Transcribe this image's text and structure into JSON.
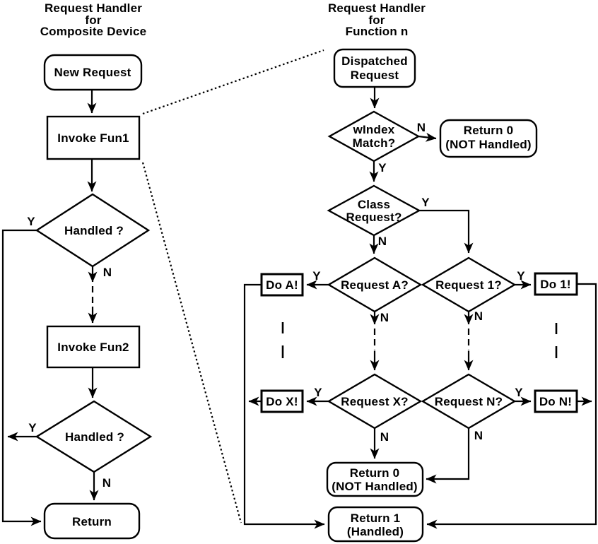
{
  "colors": {
    "ink": "#000000",
    "background": "#ffffff"
  },
  "left": {
    "title_line1": "Request Handler",
    "title_line2": "for",
    "title_line3": "Composite Device",
    "new_request": "New Request",
    "invoke_fun1": "Invoke Fun1",
    "handled_1": "Handled ?",
    "invoke_fun2": "Invoke Fun2",
    "handled_2": "Handled ?",
    "return_label": "Return"
  },
  "right": {
    "title_line1": "Request Handler",
    "title_line2": "for",
    "title_line3": "Function n",
    "dispatched_line1": "Dispatched",
    "dispatched_line2": "Request",
    "windex_line1": "wIndex",
    "windex_line2": "Match?",
    "return0_top_line1": "Return 0",
    "return0_top_line2": "(NOT Handled)",
    "class_line1": "Class",
    "class_line2": "Request?",
    "request_a": "Request A?",
    "request_1": "Request 1?",
    "request_x": "Request X?",
    "request_n": "Request N?",
    "do_a": "Do A!",
    "do_1": "Do 1!",
    "do_x": "Do X!",
    "do_n": "Do N!",
    "return0_bottom_line1": "Return 0",
    "return0_bottom_line2": "(NOT Handled)",
    "return1_line1": "Return 1",
    "return1_line2": "(Handled)"
  },
  "labels": {
    "yes": "Y",
    "no": "N"
  }
}
